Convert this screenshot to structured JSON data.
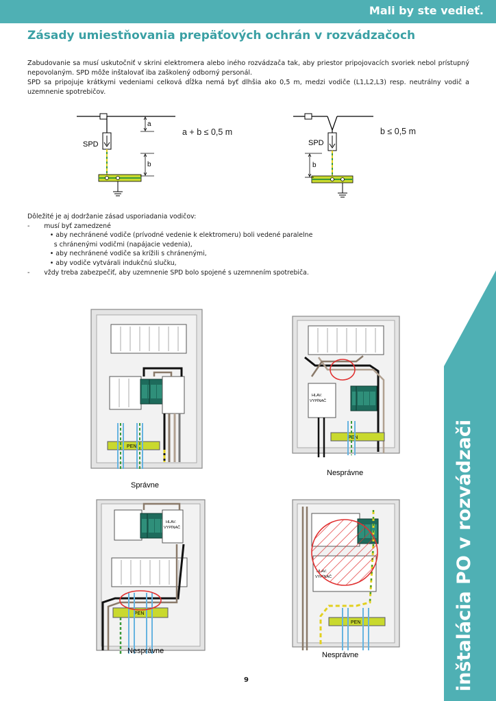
{
  "header": {
    "tagline": "Mali by ste vedieť."
  },
  "side_label": "inštalácia PO v rozvádzači",
  "title": "Zásady umiestňovania prepäťových ochrán v rozvádzačoch",
  "intro": {
    "p1": "Zabudovanie sa musí uskutočniť v skrini elektromera alebo iného rozvádzača tak, aby priestor pripojovacích svoriek nebol prístupný nepovolaným. SPD môže inštalovať iba zaškolený odborný personál.",
    "p2": "SPD sa pripojuje krátkymi vedeniami  celková dĺžka nemá byť dlhšia ako  0,5 m, medzi vodiče (L1,L2,L3) resp. neutrálny vodič a uzemnenie spotrebičov."
  },
  "schemes": {
    "left": {
      "spd": "SPD",
      "a": "a",
      "b": "b",
      "formula": "a + b ≤ 0,5 m"
    },
    "right": {
      "spd": "SPD",
      "b": "b",
      "formula": "b ≤ 0,5 m"
    }
  },
  "rules": {
    "intro": "Dôležité je aj dodržanie zásad usporiadania vodičov:",
    "l1": "-       musí byť zamedzené",
    "l2": "           • aby nechránené vodiče (prívodné vedenie k elektromeru) boli vedené paralelne",
    "l3": "             s chránenými vodičmi (napájacie vedenia),",
    "l4": "           • aby nechránené vodiče sa krížili s chránenými,",
    "l5": "           • aby vodiče vytvárali indukčnú slučku,",
    "l6": "-       vždy treba zabezpečiť, aby uzemnenie SPD bolo spojené s uzemnením spotrebiča."
  },
  "panels": {
    "pen": "PEN",
    "switch_l1": "HLAV.",
    "switch_l2": "VYPÍNAČ",
    "captions": {
      "ok": "Správne",
      "bad1": "Nesprávne",
      "bad2": "Nesprávne",
      "bad3": "Nesprávne"
    }
  },
  "page_number": "9",
  "colors": {
    "accent": "#4fb0b4",
    "title": "#3aa0a4",
    "pen_bar": "#c9d92e",
    "mark_red": "#e03030",
    "spd_green": "#1e6b5c"
  }
}
